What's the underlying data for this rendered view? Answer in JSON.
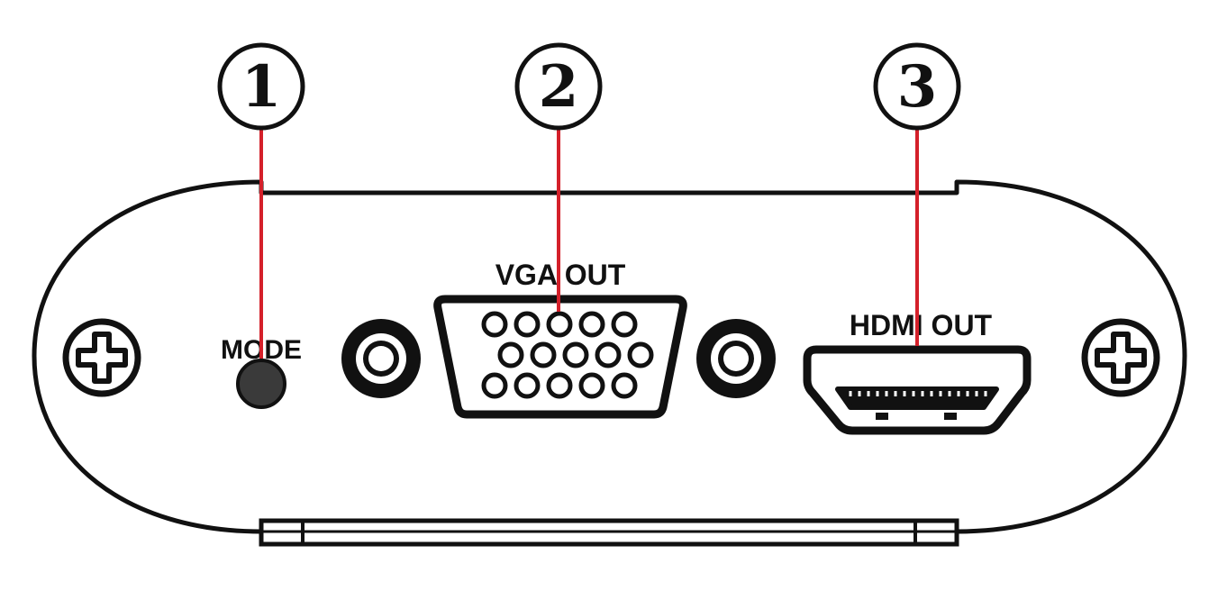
{
  "labels": {
    "mode": "MODE",
    "vga_out": "VGA OUT",
    "hdmi_out": "HDMI OUT"
  },
  "callouts": [
    {
      "number": "1",
      "target": "mode-button"
    },
    {
      "number": "2",
      "target": "vga-port"
    },
    {
      "number": "3",
      "target": "hdmi-port"
    }
  ],
  "colors": {
    "outline": "#111111",
    "leader_line": "#d4202a",
    "button_fill": "#3a3a3a",
    "background": "#ffffff"
  },
  "icons": {
    "screw_left": "phillips-screw-icon",
    "screw_right": "phillips-screw-icon",
    "jack_left": "round-jack-icon",
    "jack_right": "round-jack-icon"
  }
}
